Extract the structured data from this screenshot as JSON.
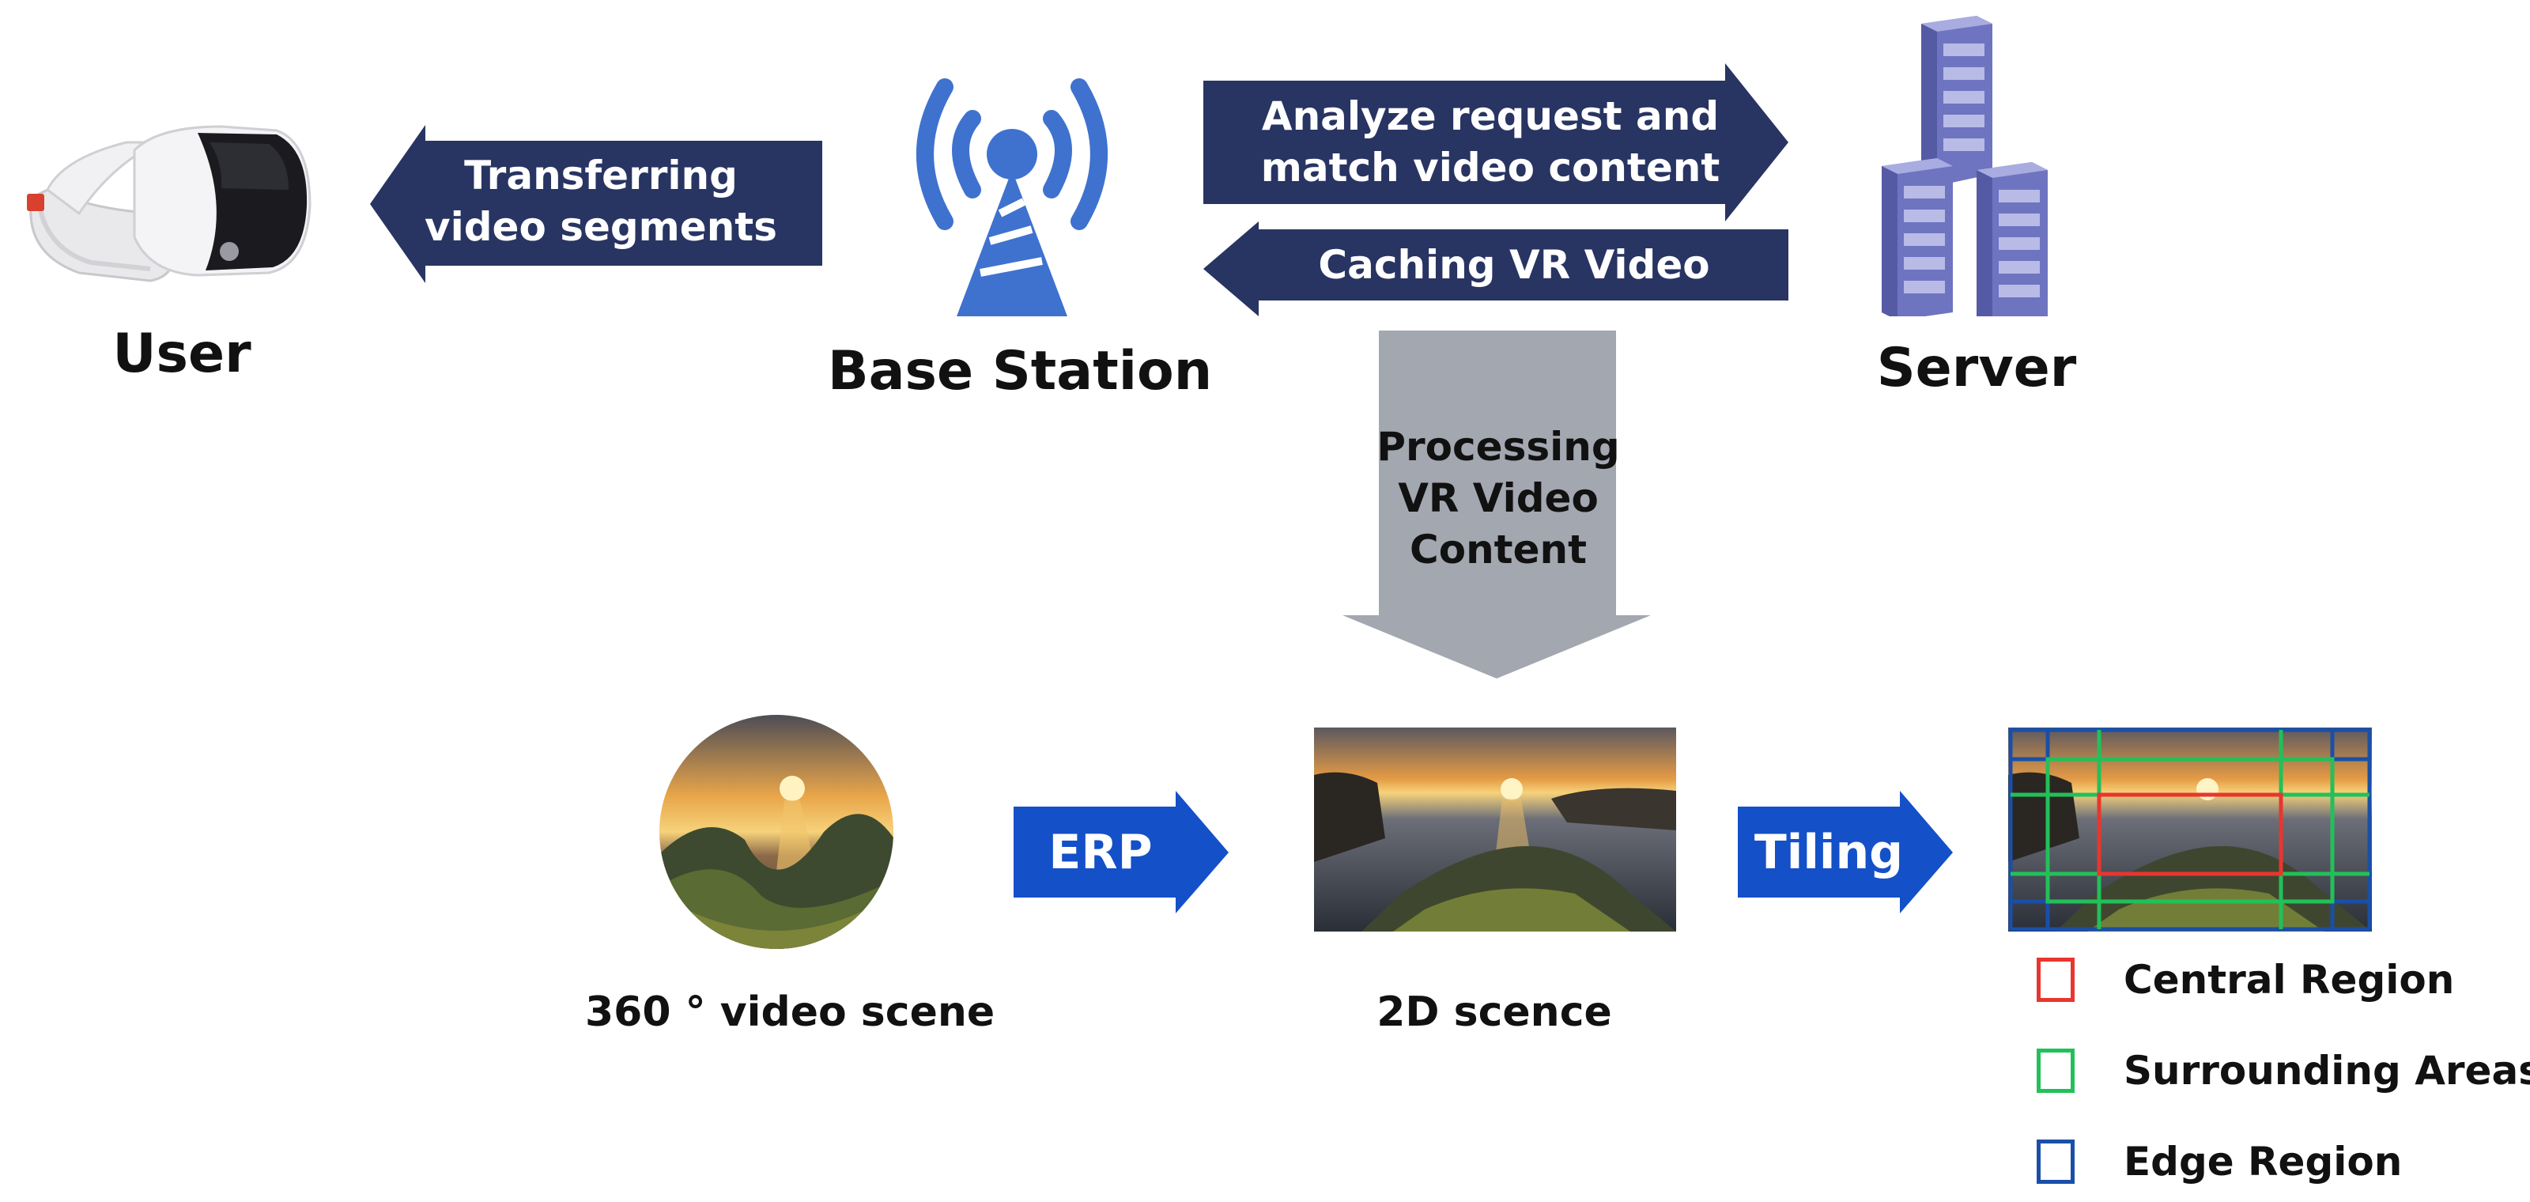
{
  "nodes": {
    "user": "User",
    "base_station": "Base Station",
    "server": "Server"
  },
  "arrows": {
    "transfer": "Transferring video segments",
    "analyze": "Analyze request and match video content",
    "caching": "Caching VR Video",
    "processing": "Processing VR Video Content",
    "erp": "ERP",
    "tiling": "Tiling"
  },
  "captions": {
    "scene_360": "360 ° video scene",
    "scene_2d": "2D scence"
  },
  "legend": [
    {
      "label": "Central Region",
      "color": "#e8362f"
    },
    {
      "label": "Surrounding Areas",
      "color": "#22c05a"
    },
    {
      "label": "Edge Region",
      "color": "#1a4fa8"
    }
  ],
  "colors": {
    "dark_arrow": "#283462",
    "gray_arrow": "#a2a7b0",
    "blue_arrow": "#1450c8",
    "tower": "#3f72cf",
    "server": "#7b80c8"
  }
}
